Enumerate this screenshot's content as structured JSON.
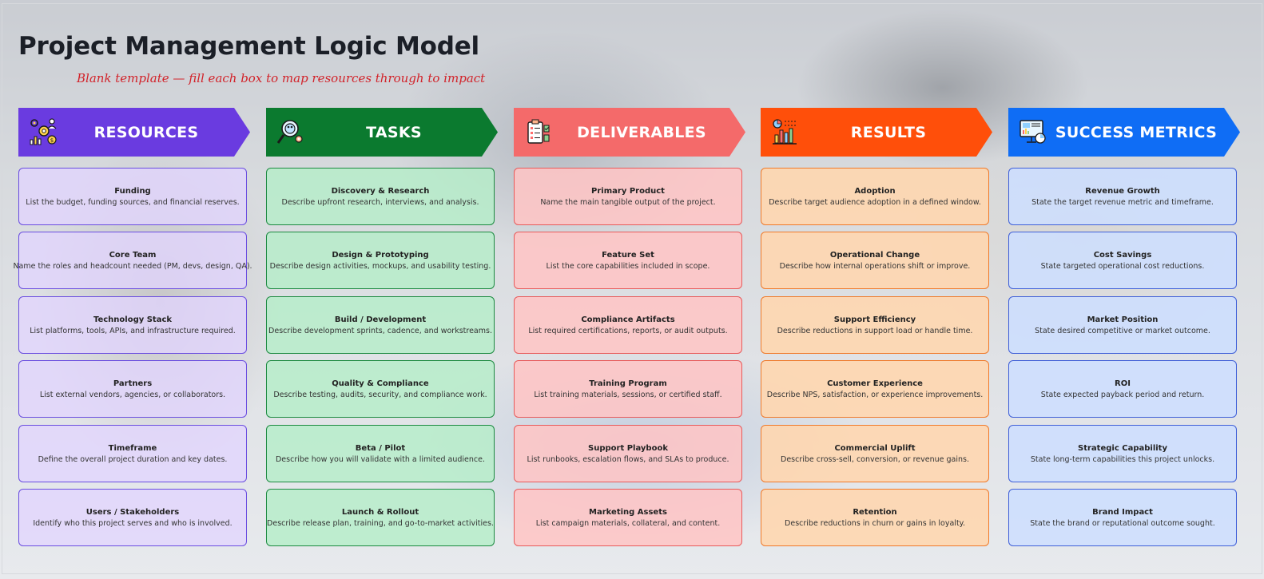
{
  "title": "Project Management Logic Model",
  "subtitle": "Blank template — fill each box to map resources through to impact",
  "colors": {
    "resources_header": "#6a3be0",
    "tasks_header": "#0b7a2f",
    "deliverables_header": "#f46a6a",
    "results_header": "#ff4f0a",
    "success_header": "#0f6df5"
  },
  "columns": [
    {
      "header": "RESOURCES",
      "icon": "budget-team-icon",
      "cards": [
        {
          "title": "Funding",
          "desc": "List the budget, funding sources, and financial reserves."
        },
        {
          "title": "Core Team",
          "desc": "Name the roles and headcount needed (PM, devs, design, QA)."
        },
        {
          "title": "Technology Stack",
          "desc": "List platforms, tools, APIs, and infrastructure required."
        },
        {
          "title": "Partners",
          "desc": "List external vendors, agencies, or collaborators."
        },
        {
          "title": "Timeframe",
          "desc": "Define the overall project duration and key dates."
        },
        {
          "title": "Users / Stakeholders",
          "desc": "Identify who this project serves and who is involved."
        }
      ]
    },
    {
      "header": "TASKS",
      "icon": "search-gear-icon",
      "cards": [
        {
          "title": "Discovery & Research",
          "desc": "Describe upfront research, interviews, and analysis."
        },
        {
          "title": "Design & Prototyping",
          "desc": "Describe design activities, mockups, and usability testing."
        },
        {
          "title": "Build / Development",
          "desc": "Describe development sprints, cadence, and workstreams."
        },
        {
          "title": "Quality & Compliance",
          "desc": "Describe testing, audits, security, and compliance work."
        },
        {
          "title": "Beta / Pilot",
          "desc": "Describe how you will validate with a limited audience."
        },
        {
          "title": "Launch & Rollout",
          "desc": "Describe release plan, training, and go-to-market activities."
        }
      ]
    },
    {
      "header": "DELIVERABLES",
      "icon": "checklist-icon",
      "cards": [
        {
          "title": "Primary Product",
          "desc": "Name the main tangible output of the project."
        },
        {
          "title": "Feature Set",
          "desc": "List the core capabilities included in scope."
        },
        {
          "title": "Compliance Artifacts",
          "desc": "List required certifications, reports, or audit outputs."
        },
        {
          "title": "Training Program",
          "desc": "List training materials, sessions, or certified staff."
        },
        {
          "title": "Support Playbook",
          "desc": "List runbooks, escalation flows, and SLAs to produce."
        },
        {
          "title": "Marketing Assets",
          "desc": "List campaign materials, collateral, and content."
        }
      ]
    },
    {
      "header": "RESULTS",
      "icon": "bar-chart-icon",
      "cards": [
        {
          "title": "Adoption",
          "desc": "Describe target audience adoption in a defined window."
        },
        {
          "title": "Operational Change",
          "desc": "Describe how internal operations shift or improve."
        },
        {
          "title": "Support Efficiency",
          "desc": "Describe reductions in support load or handle time."
        },
        {
          "title": "Customer Experience",
          "desc": "Describe NPS, satisfaction, or experience improvements."
        },
        {
          "title": "Commercial Uplift",
          "desc": "Describe cross-sell, conversion, or revenue gains."
        },
        {
          "title": "Retention",
          "desc": "Describe reductions in churn or gains in loyalty."
        }
      ]
    },
    {
      "header": "SUCCESS METRICS",
      "icon": "dashboard-icon",
      "cards": [
        {
          "title": "Revenue Growth",
          "desc": "State the target revenue metric and timeframe."
        },
        {
          "title": "Cost Savings",
          "desc": "State targeted operational cost reductions."
        },
        {
          "title": "Market Position",
          "desc": "State desired competitive or market outcome."
        },
        {
          "title": "ROI",
          "desc": "State expected payback period and return."
        },
        {
          "title": "Strategic Capability",
          "desc": "State long-term capabilities this project unlocks."
        },
        {
          "title": "Brand Impact",
          "desc": "State the brand or reputational outcome sought."
        }
      ]
    }
  ]
}
